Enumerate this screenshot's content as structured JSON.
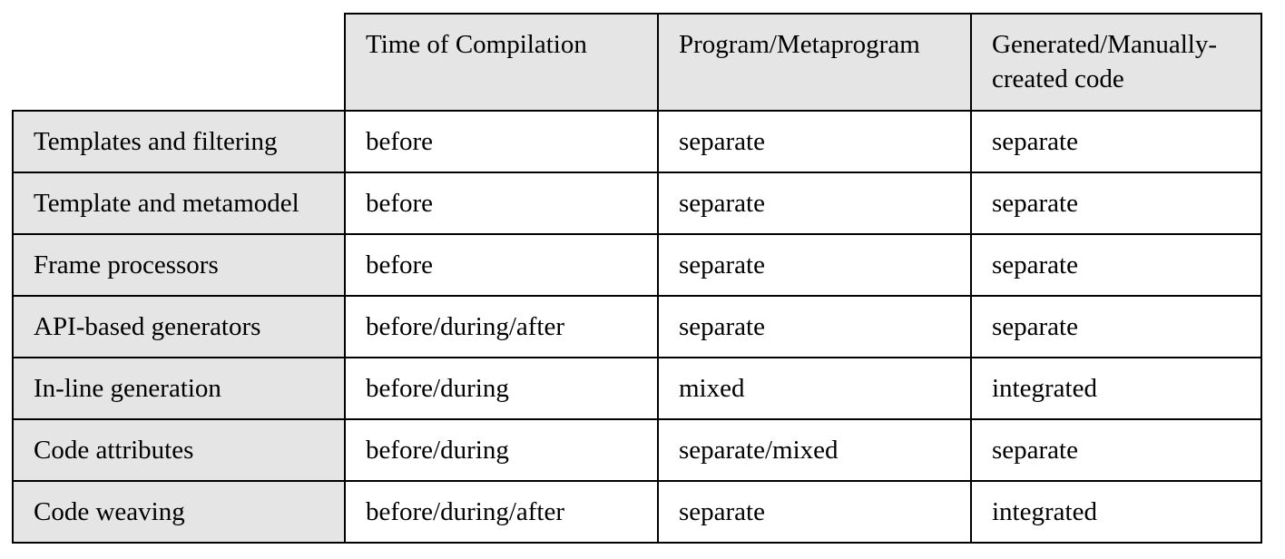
{
  "table": {
    "columns": [
      "",
      "Time of Compilation",
      "Program/Metaprogram",
      "Generated/Manually-created code"
    ],
    "rows": [
      {
        "label": "Templates and filtering",
        "time": "before",
        "program": "separate",
        "code": "separate"
      },
      {
        "label": "Template and metamodel",
        "time": "before",
        "program": "separate",
        "code": "separate"
      },
      {
        "label": "Frame processors",
        "time": "before",
        "program": "separate",
        "code": "separate"
      },
      {
        "label": "API-based generators",
        "time": "before/during/after",
        "program": "separate",
        "code": "separate"
      },
      {
        "label": "In-line generation",
        "time": "before/during",
        "program": "mixed",
        "code": "integrated"
      },
      {
        "label": "Code attributes",
        "time": "before/during",
        "program": "separate/mixed",
        "code": "separate"
      },
      {
        "label": "Code weaving",
        "time": "before/during/after",
        "program": "separate",
        "code": "integrated"
      }
    ]
  },
  "colors": {
    "header_bg": "#e5e5e5",
    "border": "#000000"
  }
}
